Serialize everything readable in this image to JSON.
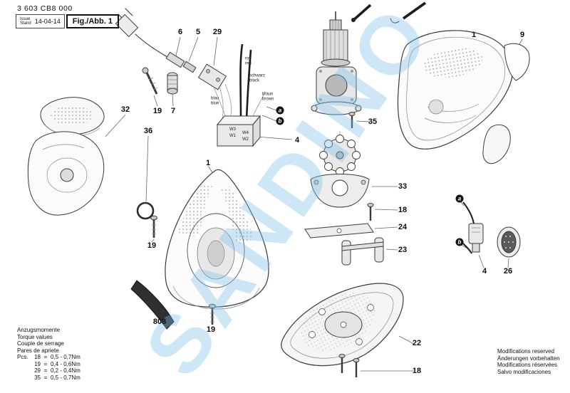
{
  "meta": {
    "part_number": "3 603 CB8 000",
    "issue_line1": "Issue",
    "issue_line2": "Stand",
    "issue_date": "14-04-14",
    "figure_label": "Fig./Abb. 1"
  },
  "watermark": "SANDINO",
  "torque": {
    "titles": [
      "Anzugsmomente",
      "Torque values",
      "Couple de serrage",
      "Pares de apriete"
    ],
    "pcs_prefix": "Pcs.",
    "eq_sign": "=",
    "rows": [
      {
        "num": "18",
        "val": "0,5 - 0,7Nm"
      },
      {
        "num": "19",
        "val": "0,4 - 0,6Nm"
      },
      {
        "num": "29",
        "val": "0,2 - 0,4Nm"
      },
      {
        "num": "35",
        "val": "0,5 - 0,7Nm"
      }
    ]
  },
  "footer": {
    "notes": [
      "Modifications reserved",
      "Änderungen vorbehalten",
      "Modifications réservées",
      "Salvo modificaciones"
    ]
  },
  "wires": [
    {
      "de": "rot",
      "en": "red"
    },
    {
      "de": "schwarz",
      "en": "black"
    },
    {
      "de": "blau",
      "en": "blue"
    },
    {
      "de": "braun",
      "en": "brown"
    }
  ],
  "terminals": [
    "W3",
    "W1",
    "W4",
    "W2"
  ],
  "badges": [
    "a",
    "b",
    "a",
    "b"
  ],
  "callouts": [
    {
      "label": "6"
    },
    {
      "label": "5"
    },
    {
      "label": "29"
    },
    {
      "label": "32"
    },
    {
      "label": "19"
    },
    {
      "label": "7"
    },
    {
      "label": "36"
    },
    {
      "label": "4"
    },
    {
      "label": "35"
    },
    {
      "label": "1"
    },
    {
      "label": "1"
    },
    {
      "label": "9"
    },
    {
      "label": "33"
    },
    {
      "label": "18"
    },
    {
      "label": "24"
    },
    {
      "label": "23"
    },
    {
      "label": "19"
    },
    {
      "label": "808"
    },
    {
      "label": "19"
    },
    {
      "label": "22"
    },
    {
      "label": "18"
    },
    {
      "label": "4"
    },
    {
      "label": "26"
    }
  ]
}
